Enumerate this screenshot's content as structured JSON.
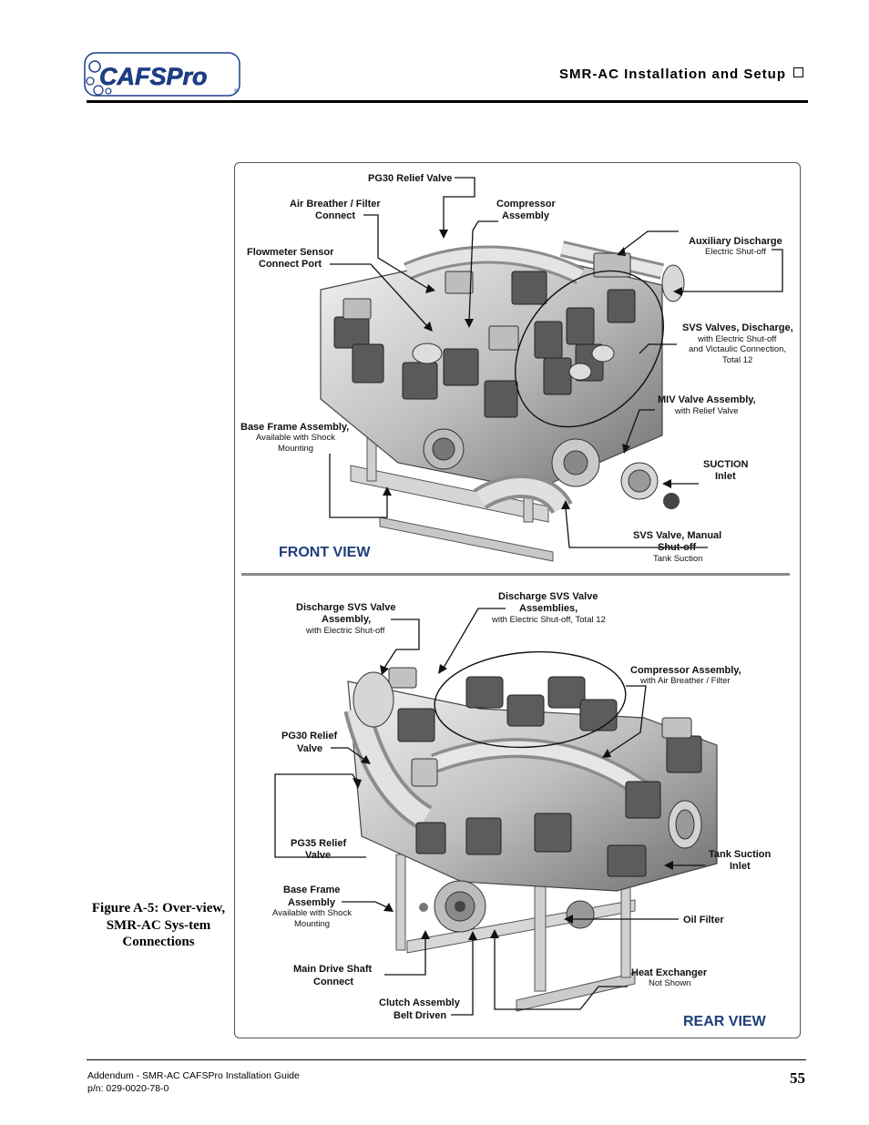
{
  "header": {
    "logo_text": "CAFSPro",
    "title": "SMR-AC Installation and Setup"
  },
  "figure": {
    "front": {
      "view_label": "FRONT VIEW",
      "callouts": [
        {
          "id": "pg30",
          "lines": [
            "PG30 Relief Valve"
          ],
          "sub": []
        },
        {
          "id": "air-breather",
          "lines": [
            "Air Breather / Filter",
            "Connect"
          ],
          "sub": []
        },
        {
          "id": "compressor",
          "lines": [
            "Compressor",
            "Assembly"
          ],
          "sub": []
        },
        {
          "id": "aux-discharge",
          "lines": [
            "Auxiliary Discharge"
          ],
          "sub": [
            "Electric Shut-off"
          ]
        },
        {
          "id": "flowmeter",
          "lines": [
            "Flowmeter Sensor",
            "Connect Port"
          ],
          "sub": []
        },
        {
          "id": "svs-discharge",
          "lines": [
            "SVS Valves, Discharge,"
          ],
          "sub": [
            "with Electric Shut-off",
            "and Victaulic Connection,",
            "Total 12"
          ]
        },
        {
          "id": "miv",
          "lines": [
            "MIV Valve Assembly,"
          ],
          "sub": [
            "with Relief Valve"
          ]
        },
        {
          "id": "base-frame",
          "lines": [
            "Base Frame Assembly,"
          ],
          "sub": [
            "Available with Shock",
            "Mounting"
          ]
        },
        {
          "id": "suction",
          "lines": [
            "SUCTION",
            "Inlet"
          ],
          "sub": []
        },
        {
          "id": "svs-manual",
          "lines": [
            "SVS Valve, Manual",
            "Shut-off"
          ],
          "sub": [
            "Tank Suction"
          ]
        }
      ]
    },
    "rear": {
      "view_label": "REAR VIEW",
      "callouts": [
        {
          "id": "discharge-svs-assy",
          "lines": [
            "Discharge SVS Valve",
            "Assembly,"
          ],
          "sub": [
            "with Electric Shut-off"
          ]
        },
        {
          "id": "discharge-svs-assemblies",
          "lines": [
            "Discharge SVS Valve",
            "Assemblies,"
          ],
          "sub": [
            "with Electric Shut-off, Total 12"
          ]
        },
        {
          "id": "compressor-rear",
          "lines": [
            "Compressor Assembly,"
          ],
          "sub": [
            "with Air Breather / Filter"
          ]
        },
        {
          "id": "pg30-rear",
          "lines": [
            "PG30 Relief",
            "Valve"
          ],
          "sub": []
        },
        {
          "id": "pg35",
          "lines": [
            "PG35 Relief",
            "Valve"
          ],
          "sub": []
        },
        {
          "id": "tank-suction",
          "lines": [
            "Tank Suction",
            "Inlet"
          ],
          "sub": []
        },
        {
          "id": "base-frame-rear",
          "lines": [
            "Base Frame",
            "Assembly"
          ],
          "sub": [
            "Available with Shock",
            "Mounting"
          ]
        },
        {
          "id": "oil-filter",
          "lines": [
            "Oil Filter"
          ],
          "sub": []
        },
        {
          "id": "main-drive",
          "lines": [
            "Main Drive Shaft",
            "Connect"
          ],
          "sub": []
        },
        {
          "id": "heat-exchanger",
          "lines": [
            "Heat Exchanger"
          ],
          "sub": [
            "Not Shown"
          ]
        },
        {
          "id": "clutch",
          "lines": [
            "Clutch Assembly",
            "Belt Driven"
          ],
          "sub": []
        }
      ]
    }
  },
  "caption": "Figure A-5: Over-view, SMR-AC Sys-tem Connections",
  "footer": {
    "line1": "Addendum - SMR-AC CAFSPro Installation Guide",
    "line2": "p/n: 029-0020-78-0",
    "page_number": "55"
  },
  "colors": {
    "view_label": "#1f3e7a",
    "logo_blue": "#1b3f8f"
  }
}
